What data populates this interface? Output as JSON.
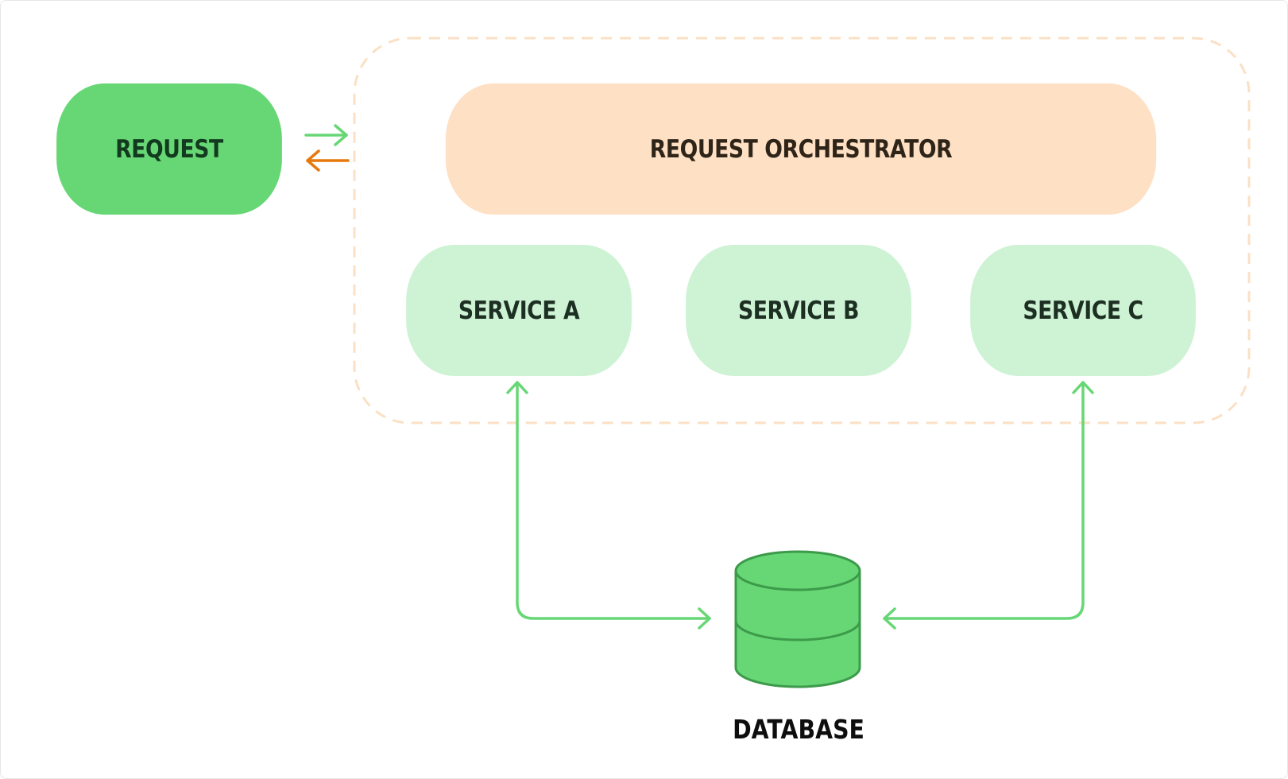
{
  "diagram": {
    "nodes": {
      "request": "REQUEST",
      "orchestrator": "REQUEST ORCHESTRATOR",
      "service_a": "SERVICE A",
      "service_b": "SERVICE B",
      "service_c": "SERVICE C",
      "database": "DATABASE"
    },
    "colors": {
      "request_fill": "#67d775",
      "orchestrator_fill": "#fee0c4",
      "service_fill": "#cdf3d4",
      "boundary_stroke": "#fbe0c5",
      "arrow_green": "#67d775",
      "arrow_orange": "#e6780c",
      "database_fill": "#67d775",
      "database_stroke": "#3c9a4a"
    },
    "icons": {
      "database": "database-cylinder-icon"
    }
  }
}
